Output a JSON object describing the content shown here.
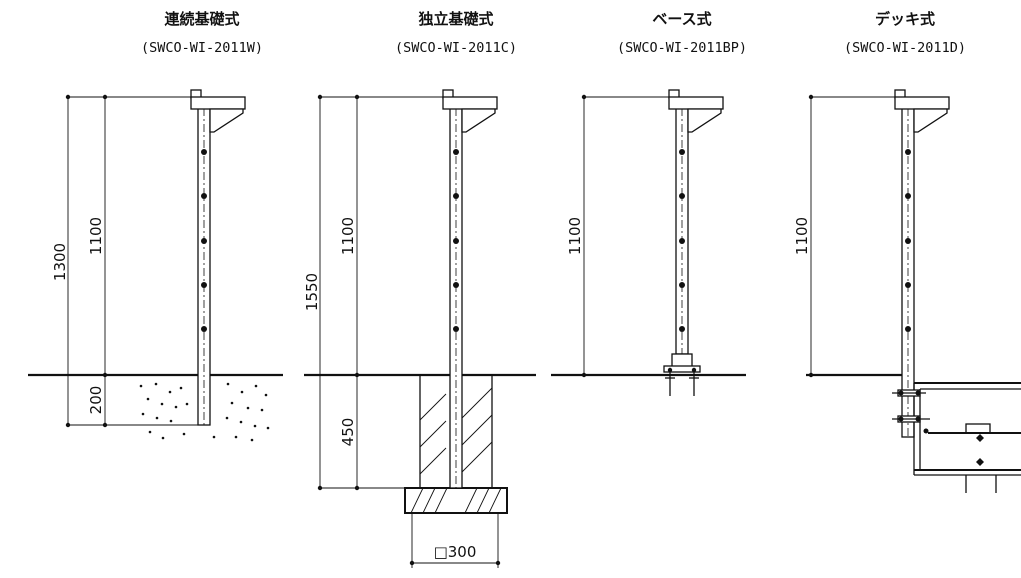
{
  "panels": [
    {
      "title": "連続基礎式",
      "code": "(SWCO-WI-2011W)",
      "dims": [
        "1300",
        "1100",
        "200"
      ]
    },
    {
      "title": "独立基礎式",
      "code": "(SWCO-WI-2011C)",
      "dims": [
        "1550",
        "1100",
        "450"
      ],
      "footing": "□300"
    },
    {
      "title": "ベース式",
      "code": "(SWCO-WI-2011BP)",
      "dims": [
        "1100"
      ]
    },
    {
      "title": "デッキ式",
      "code": "(SWCO-WI-2011D)",
      "dims": [
        "1100"
      ]
    }
  ]
}
